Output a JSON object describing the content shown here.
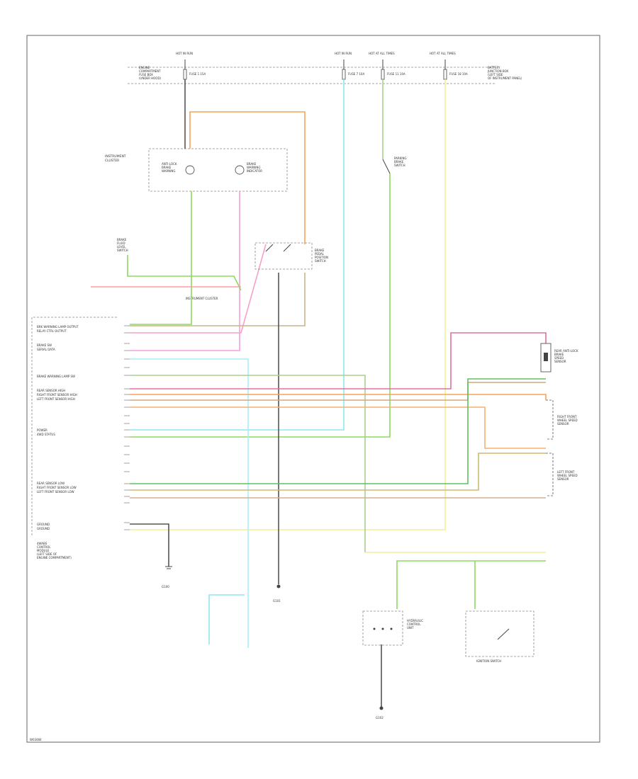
{
  "fuse_panel": {
    "left_label": "HOT IN RUN",
    "right_label": "HOT AT ALL TIMES",
    "labels_left": [
      "ENGINE",
      "COMPARTMENT",
      "FUSE BOX",
      "(UNDER HOOD)"
    ],
    "labels_right": [
      "BATTERY",
      "JUNCTION BOX",
      "(LEFT SIDE",
      "OF INSTRUMENT PANEL)"
    ],
    "fuses": [
      "FUSE 1 15A",
      "FUSE 7 10A",
      "FUSE 11 10A",
      "FUSE 18 10A"
    ]
  },
  "cluster": {
    "name": [
      "INSTRUMENT",
      "CLUSTER"
    ],
    "left_indicator": [
      "ANTI-LOCK",
      "BRAKE",
      "WARNING"
    ],
    "right_indicator": [
      "BRAKE",
      "WARNING",
      "INDICATOR"
    ],
    "bottom": "INSTRUMENT CLUSTER"
  },
  "components": {
    "brake_switch": [
      "BRAKE",
      "PEDAL",
      "POSITION",
      "SWITCH"
    ],
    "brake_fluid_switch": [
      "BRAKE",
      "FLUID",
      "LEVEL",
      "SWITCH"
    ],
    "parking_brake": [
      "PARKING",
      "BRAKE",
      "SWITCH"
    ],
    "rear_sensor": [
      "REAR ANTI-LOCK",
      "BRAKE",
      "SPEED",
      "SENSOR"
    ],
    "right_front_sensor": [
      "RIGHT FRONT",
      "WHEEL SPEED",
      "SENSOR"
    ],
    "left_front_sensor": [
      "LEFT FRONT",
      "WHEEL SPEED",
      "SENSOR"
    ],
    "module": [
      "4WABS",
      "CONTROL",
      "MODULE",
      "(LEFT SIDE OF",
      "ENGINE COMPARTMENT)"
    ],
    "hydraulic": [
      "HYDRAULIC",
      "CONTROL",
      "UNIT"
    ],
    "ignition_switch": "IGNITION SWITCH",
    "module_pins": [
      "BRK WARNING LAMP OUTPUT",
      "RELAY CTRL OUTPUT",
      "BRAKE SW",
      "SERIAL DATA",
      "BRAKE WARNING LAMP SW",
      "REAR SENSOR HIGH",
      "RIGHT FRONT SENSOR HIGH",
      "LEFT FRONT SENSOR HIGH",
      "POWER",
      "4WD STATUS",
      "REAR SENSOR LOW",
      "RIGHT FRONT SENSOR LOW",
      "LEFT FRONT SENSOR LOW",
      "GROUND",
      "GROUND"
    ],
    "ground_labels": [
      "G100",
      "G101",
      "G102"
    ]
  },
  "footer": {
    "id": "W03484"
  }
}
